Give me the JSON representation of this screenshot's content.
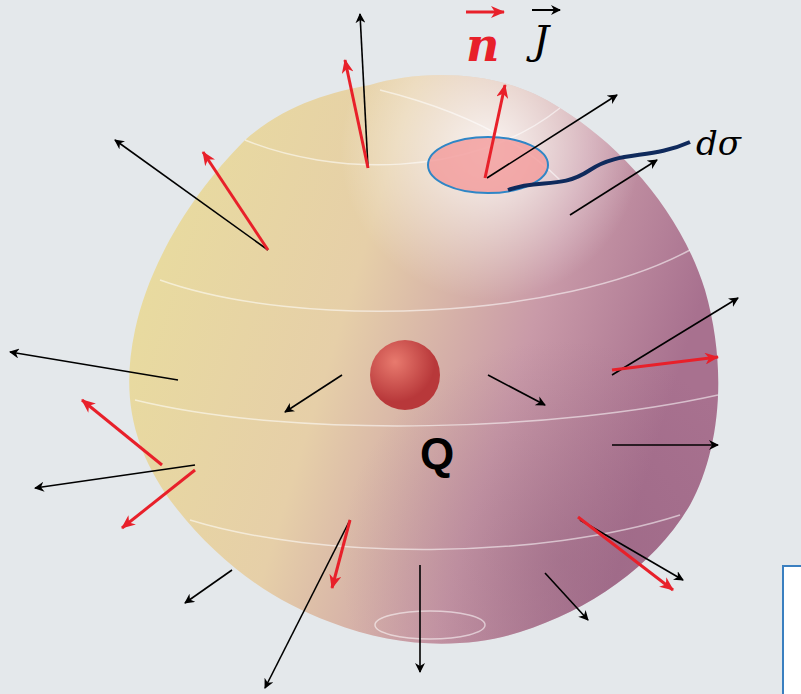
{
  "diagram": {
    "labels": [
      "n",
      "J",
      "dσ",
      "Q"
    ]
  }
}
